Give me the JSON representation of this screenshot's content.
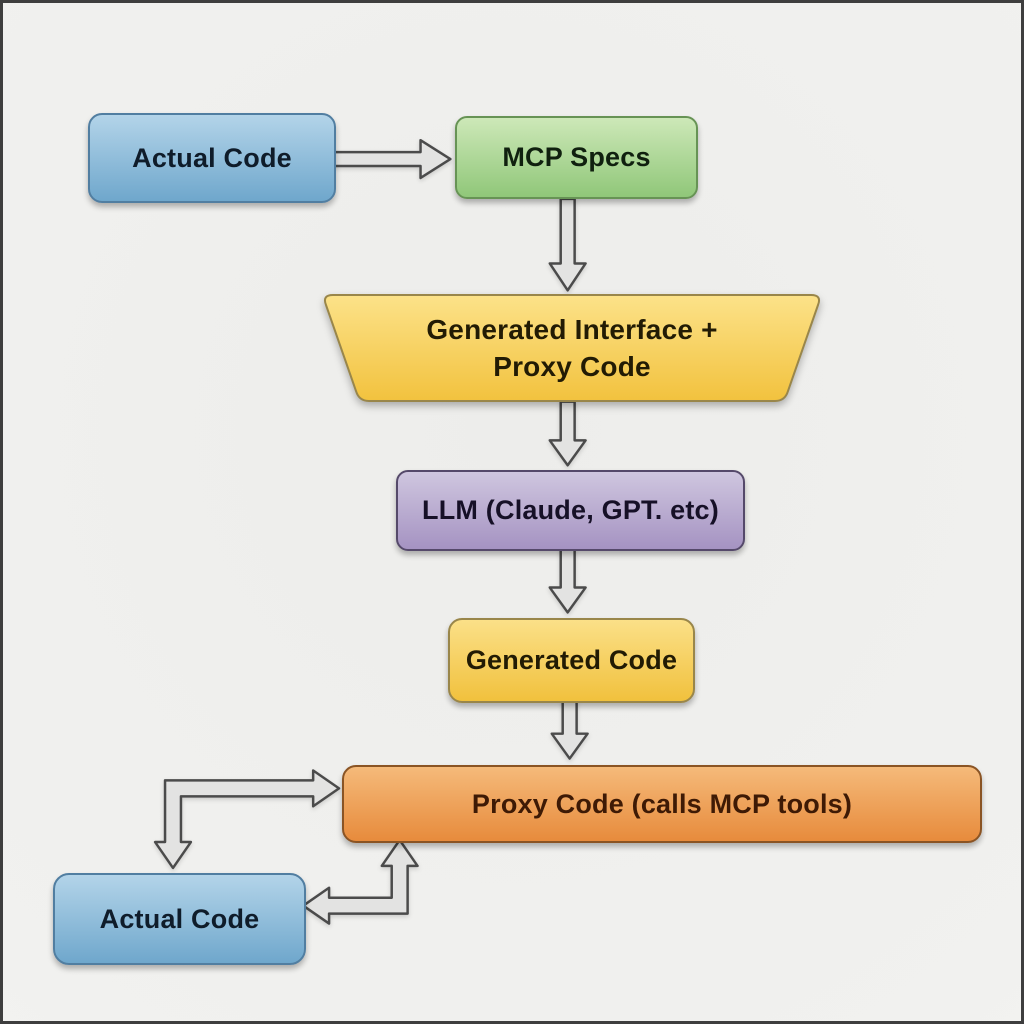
{
  "canvas": {
    "background": "#f1f1ef",
    "frame_border": "#3e3e3e"
  },
  "arrows": {
    "fill": "#e3e3e2",
    "stroke": "#4b4b4b"
  },
  "nodes": {
    "actual_code_top": {
      "label": "Actual Code",
      "shape": "rounded-rect",
      "colors": {
        "top": "#b3d4e9",
        "bottom": "#6fa7cc",
        "border": "#517ea1",
        "text": "#0f1c2a"
      }
    },
    "mcp_specs": {
      "label": "MCP Specs",
      "shape": "rounded-rect",
      "colors": {
        "top": "#cde8b8",
        "bottom": "#90c779",
        "border": "#679355",
        "text": "#10200f"
      }
    },
    "generated_interface": {
      "label_line1": "Generated Interface +",
      "label_line2": "Proxy Code",
      "shape": "inverted-trapezoid",
      "colors": {
        "top": "#fce289",
        "bottom": "#f2c23e",
        "border": "#99864a",
        "text": "#221b04"
      }
    },
    "llm": {
      "label": "LLM (Claude, GPT. etc)",
      "shape": "rounded-rect",
      "colors": {
        "top": "#cfc6df",
        "bottom": "#a593c2",
        "border": "#55496a",
        "text": "#161027"
      }
    },
    "generated_code": {
      "label": "Generated Code",
      "shape": "rounded-rect",
      "colors": {
        "top": "#fbe088",
        "bottom": "#f1c13d",
        "border": "#99864a",
        "text": "#221b04"
      }
    },
    "proxy_code": {
      "label": "Proxy Code (calls MCP tools)",
      "shape": "rounded-rect",
      "colors": {
        "top": "#f5ba7a",
        "bottom": "#e78b3c",
        "border": "#8a5424",
        "text": "#3e1a05"
      }
    },
    "actual_code_bottom": {
      "label": "Actual Code",
      "shape": "rounded-rect",
      "colors": {
        "top": "#b3d4e9",
        "bottom": "#6fa7cc",
        "border": "#517ea1",
        "text": "#0f1c2a"
      }
    }
  },
  "edges": [
    {
      "from": "actual_code_top",
      "to": "mcp_specs",
      "arrows": "one-way"
    },
    {
      "from": "mcp_specs",
      "to": "generated_interface",
      "arrows": "one-way"
    },
    {
      "from": "generated_interface",
      "to": "llm",
      "arrows": "one-way"
    },
    {
      "from": "llm",
      "to": "generated_code",
      "arrows": "one-way"
    },
    {
      "from": "generated_code",
      "to": "proxy_code",
      "arrows": "one-way"
    },
    {
      "from": "proxy_code",
      "to": "actual_code_bottom",
      "arrows": "two-way"
    },
    {
      "from": "actual_code_bottom",
      "to": "proxy_code",
      "arrows": "two-way"
    }
  ]
}
